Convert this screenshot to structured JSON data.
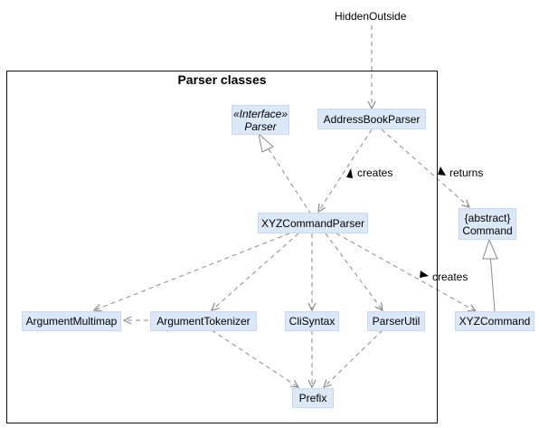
{
  "package": {
    "title": "Parser classes"
  },
  "outside_label": "HiddenOutside",
  "nodes": {
    "interface_parser": {
      "stereotype": "«Interface»",
      "name": "Parser"
    },
    "address_book_parser": {
      "name": "AddressBookParser"
    },
    "xyz_command_parser": {
      "name": "XYZCommandParser"
    },
    "abstract_command": {
      "stereotype": "{abstract}",
      "name": "Command"
    },
    "argument_multimap": {
      "name": "ArgumentMultimap"
    },
    "argument_tokenizer": {
      "name": "ArgumentTokenizer"
    },
    "cli_syntax": {
      "name": "CliSyntax"
    },
    "parser_util": {
      "name": "ParserUtil"
    },
    "xyz_command": {
      "name": "XYZCommand"
    },
    "prefix": {
      "name": "Prefix"
    }
  },
  "edge_labels": {
    "creates_parser": "creates",
    "returns": "returns",
    "creates_command": "creates"
  },
  "colors": {
    "node_fill": "#dbe8f8",
    "edge": "#8a8a8a",
    "frame": "#111111"
  }
}
